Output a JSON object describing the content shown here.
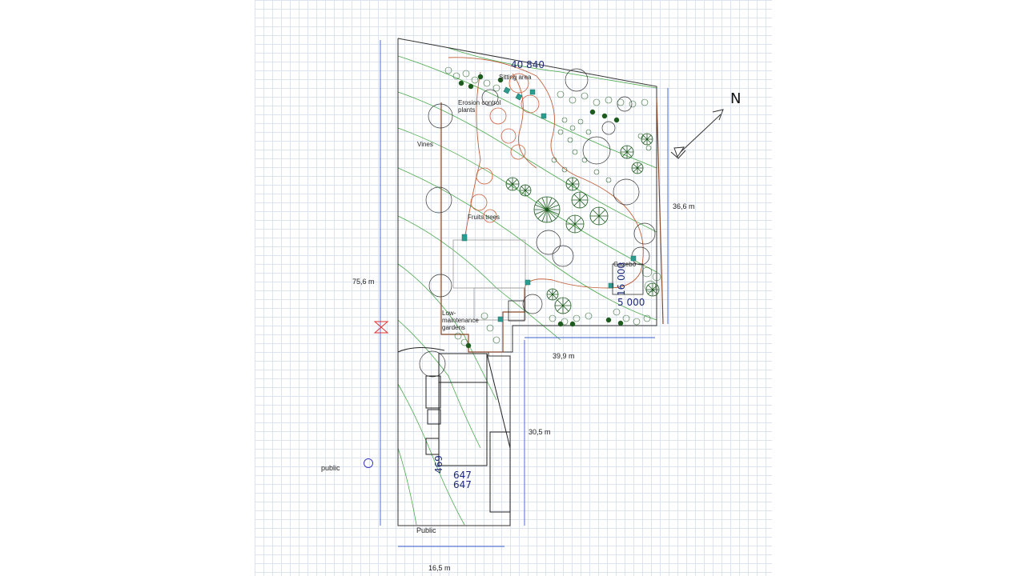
{
  "labels": {
    "sitting_area": "Sitting area",
    "erosion_control": "Erosion control",
    "erosion_control_2": "plants",
    "vines": "Vines",
    "fruit_trees": "Fruits trees",
    "gazebo": "Gazebo",
    "low_maintenance_1": "Low-",
    "low_maintenance_2": "maintenance",
    "low_maintenance_3": "gardens",
    "public_side": "public",
    "public_bottom": "Public"
  },
  "dimensions": {
    "top_edge": "40 840",
    "right_edge": "36,6 m",
    "left_total": "75,6 m",
    "lower_step": "39,9 m",
    "lower_right": "30,5 m",
    "bottom_width": "16,5 m",
    "gazebo_a": "16 000",
    "gazebo_b": "5 000",
    "house_a": "469",
    "house_b": "647",
    "house_c": "647"
  },
  "north_label": "N",
  "colors": {
    "grid": "#dde3ef",
    "boundary": "#333333",
    "contour": "#4caa4c",
    "path": "#c0603a",
    "tree_dark": "#1d5a1d",
    "dimension_line": "#3a5fcd",
    "handwriting": "#1c2a7a",
    "teal": "#2a9d8f",
    "marker": "#e03030"
  }
}
